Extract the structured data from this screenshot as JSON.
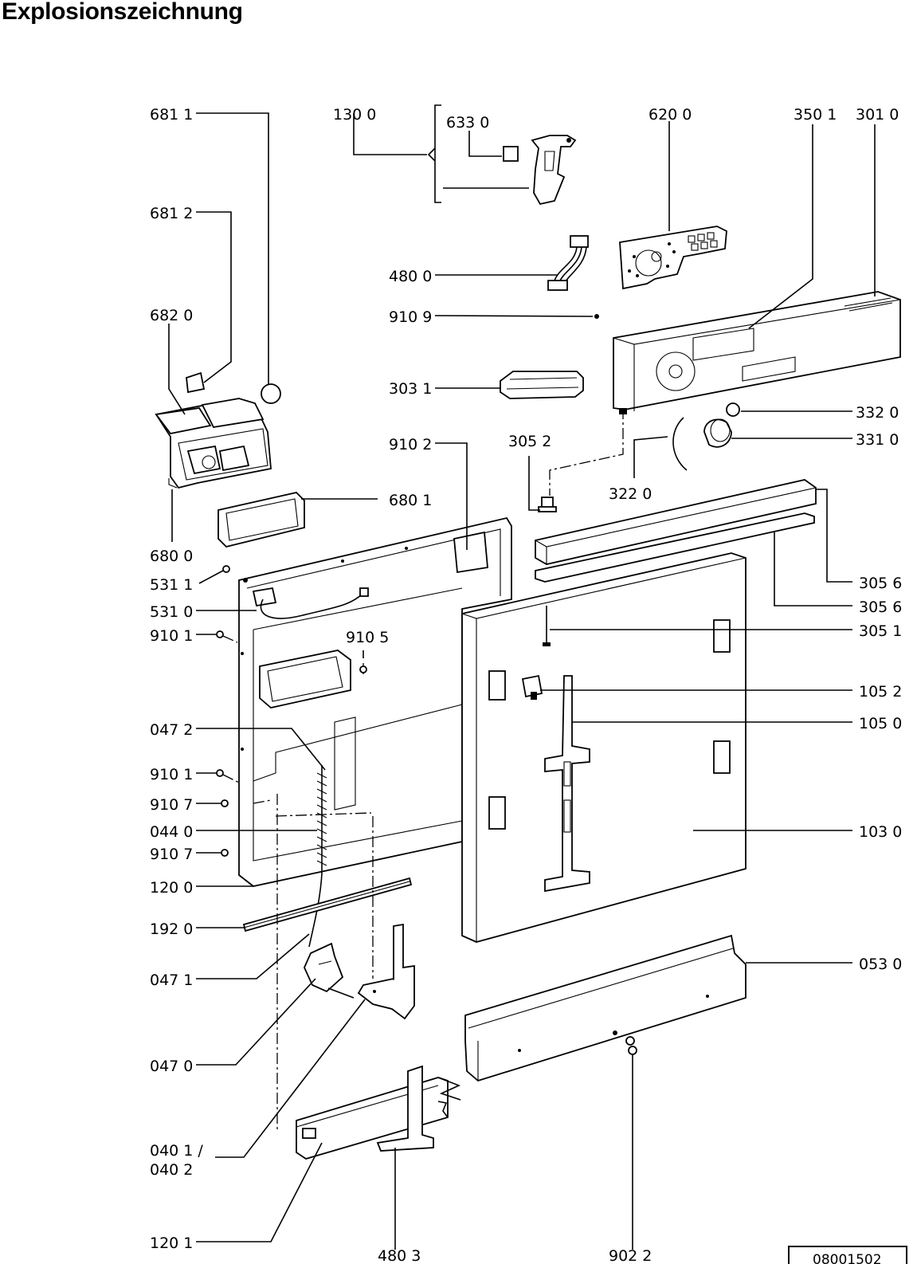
{
  "title": "Explosionszeichnung",
  "drawing_code": "08001502",
  "labels": {
    "l6811": "681 1",
    "l1300": "130 0",
    "l6330": "633 0",
    "l6200": "620 0",
    "l3501": "350 1",
    "l3010": "301 0",
    "l6812": "681 2",
    "l4800": "480 0",
    "l9109": "910 9",
    "l6820": "682 0",
    "l3031": "303 1",
    "l3320": "332 0",
    "l3310": "331 0",
    "l9102": "910 2",
    "l3052": "305 2",
    "l3220": "322 0",
    "l6801": "680 1",
    "l6800": "680 0",
    "l5311": "531 1",
    "l5310": "531 0",
    "l3056a": "305 6",
    "l3056b": "305 6",
    "l9101a": "910 1",
    "l9105": "910 5",
    "l3051": "305 1",
    "l1052": "105 2",
    "l1050": "105 0",
    "l0472": "047 2",
    "l9101b": "910 1",
    "l9107a": "910 7",
    "l0440": "044 0",
    "l1030": "103 0",
    "l9107b": "910 7",
    "l1200": "120 0",
    "l1920": "192 0",
    "l0530": "053 0",
    "l0471": "047 1",
    "l0470": "047 0",
    "l0401": "040 1 /",
    "l0402": "040 2",
    "l1201": "120 1",
    "l4803": "480 3",
    "l9022": "902 2"
  }
}
